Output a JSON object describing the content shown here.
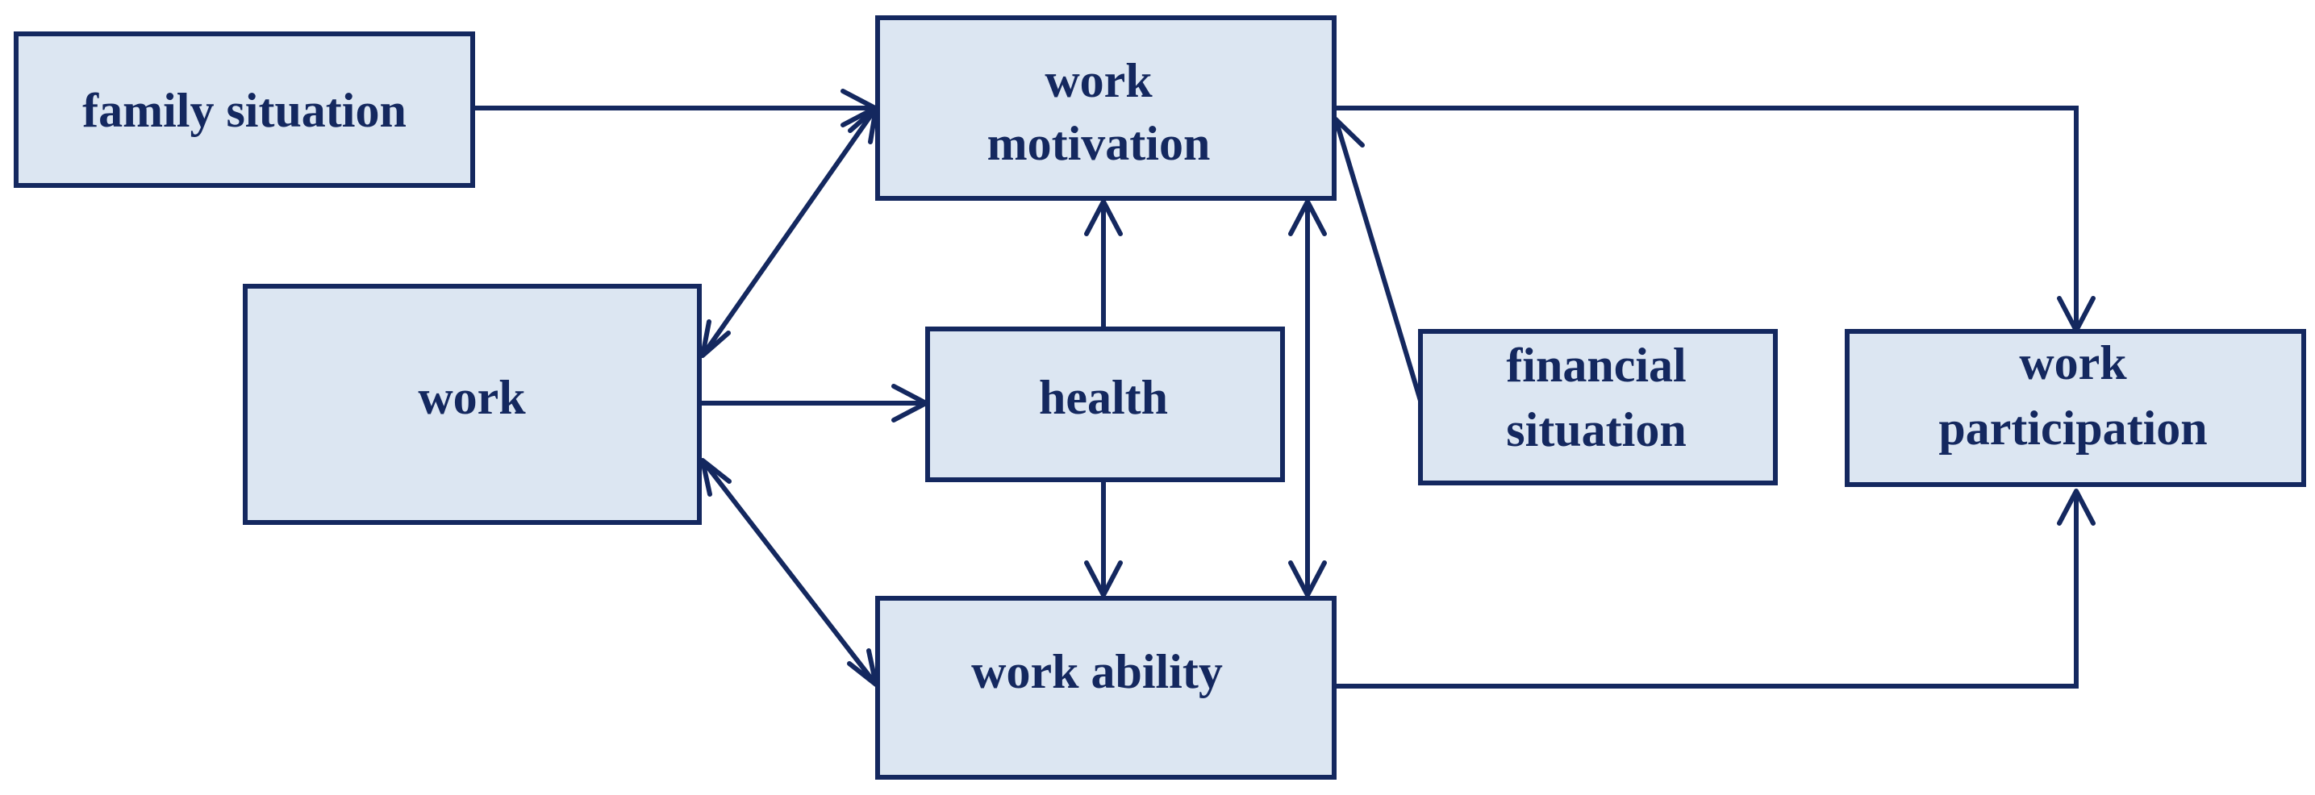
{
  "diagram": {
    "colors": {
      "box_fill": "#dce6f2",
      "stroke": "#14285f",
      "text": "#14285f",
      "background": "#ffffff"
    },
    "nodes": {
      "family_situation": {
        "label": "family situation"
      },
      "work_motivation": {
        "line1": "work",
        "line2": "motivation"
      },
      "work": {
        "label": "work"
      },
      "health": {
        "label": "health"
      },
      "financial_situation": {
        "line1": "financial",
        "line2": "situation"
      },
      "work_participation": {
        "line1": "work",
        "line2": "participation"
      },
      "work_ability": {
        "label": "work ability"
      }
    },
    "edges": [
      {
        "from": "family situation",
        "to": "work motivation",
        "direction": "one-way"
      },
      {
        "from": "work",
        "to": "work motivation",
        "direction": "two-way"
      },
      {
        "from": "work",
        "to": "health",
        "direction": "one-way"
      },
      {
        "from": "work",
        "to": "work ability",
        "direction": "two-way"
      },
      {
        "from": "health",
        "to": "work motivation",
        "direction": "one-way"
      },
      {
        "from": "health",
        "to": "work ability",
        "direction": "one-way"
      },
      {
        "from": "work motivation",
        "to": "work ability",
        "direction": "two-way"
      },
      {
        "from": "financial situation",
        "to": "work motivation",
        "direction": "one-way"
      },
      {
        "from": "work motivation",
        "to": "work participation",
        "direction": "one-way"
      },
      {
        "from": "work ability",
        "to": "work participation",
        "direction": "one-way"
      }
    ]
  }
}
